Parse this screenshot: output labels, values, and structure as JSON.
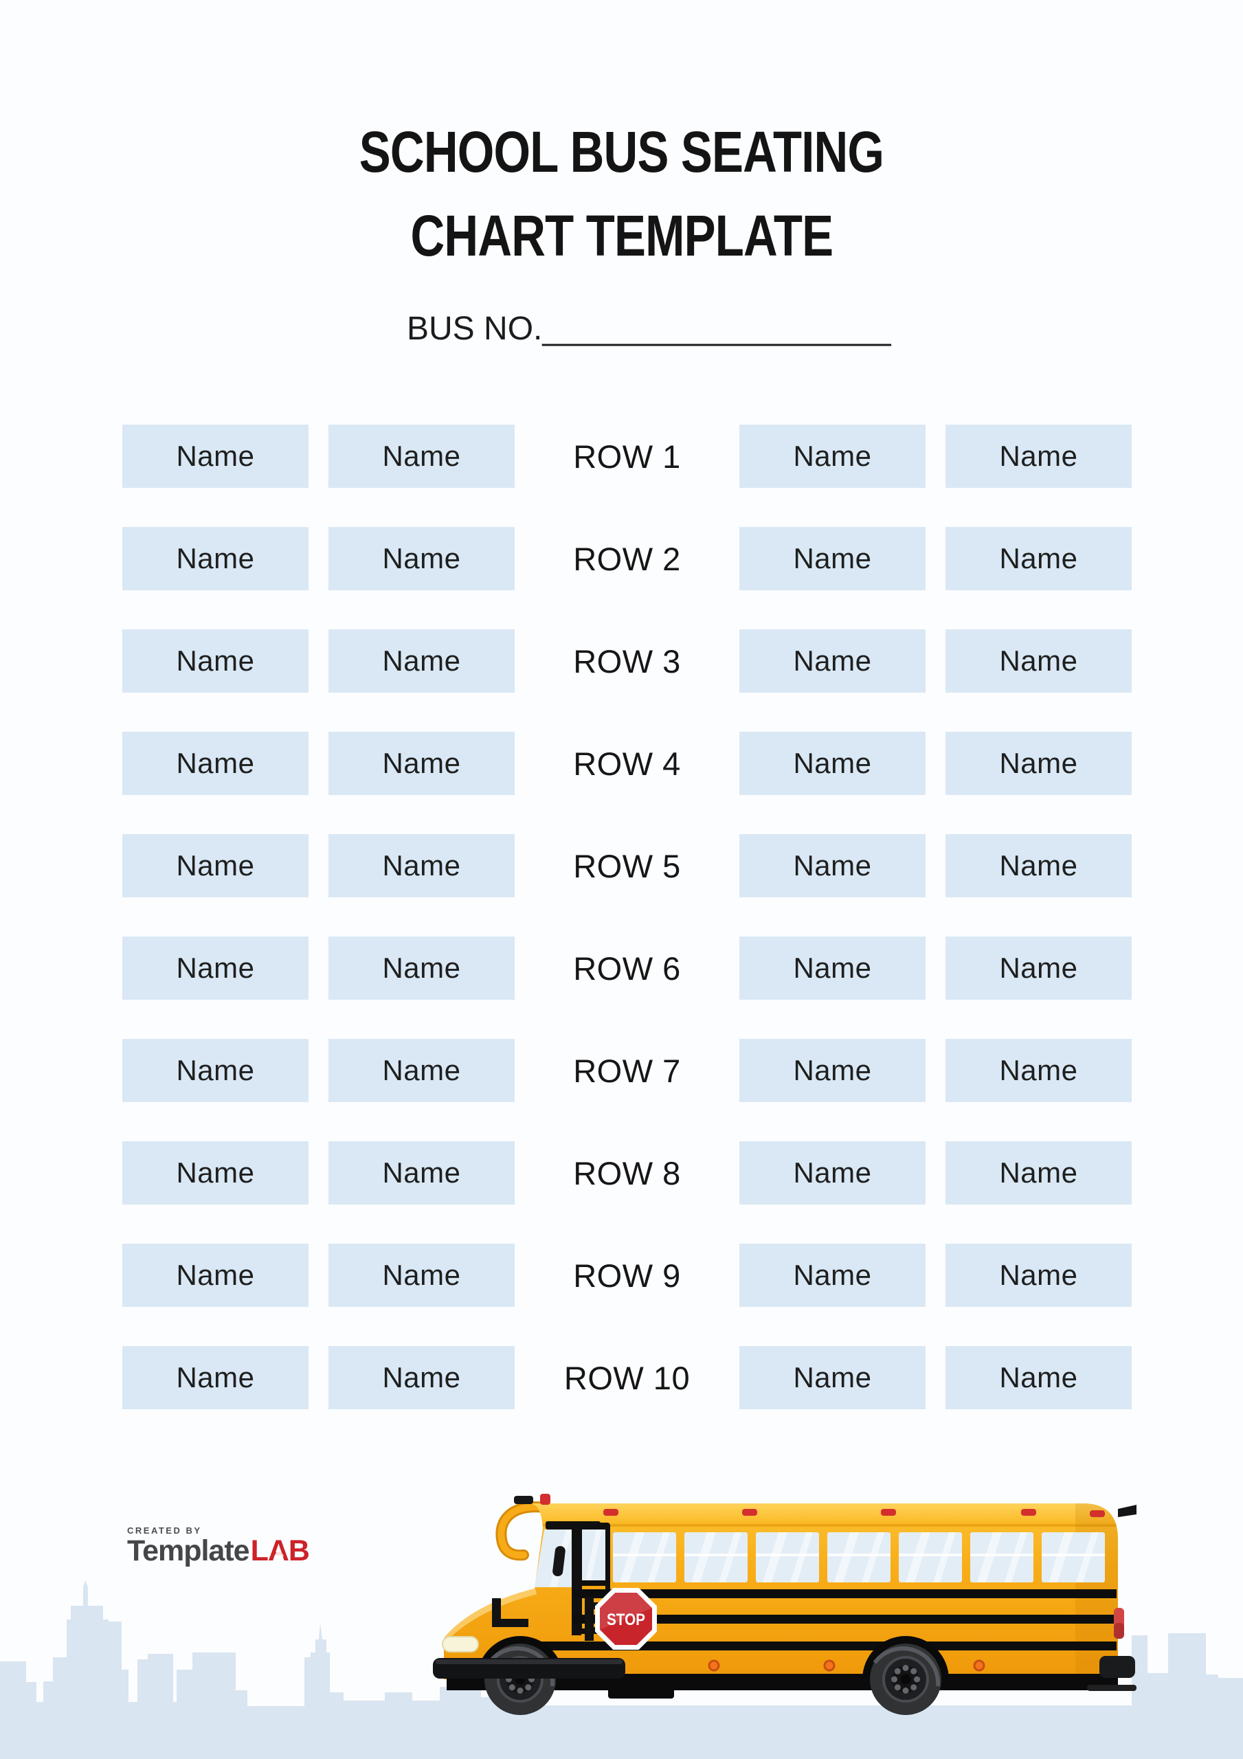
{
  "title": {
    "line1": "SCHOOL BUS SEATING",
    "line2": "CHART TEMPLATE"
  },
  "bus_no": {
    "label": "BUS NO.",
    "blank": "___________________"
  },
  "seating": {
    "rows": [
      {
        "label": "ROW 1",
        "seats": [
          "Name",
          "Name",
          "Name",
          "Name"
        ]
      },
      {
        "label": "ROW 2",
        "seats": [
          "Name",
          "Name",
          "Name",
          "Name"
        ]
      },
      {
        "label": "ROW 3",
        "seats": [
          "Name",
          "Name",
          "Name",
          "Name"
        ]
      },
      {
        "label": "ROW 4",
        "seats": [
          "Name",
          "Name",
          "Name",
          "Name"
        ]
      },
      {
        "label": "ROW 5",
        "seats": [
          "Name",
          "Name",
          "Name",
          "Name"
        ]
      },
      {
        "label": "ROW 6",
        "seats": [
          "Name",
          "Name",
          "Name",
          "Name"
        ]
      },
      {
        "label": "ROW 7",
        "seats": [
          "Name",
          "Name",
          "Name",
          "Name"
        ]
      },
      {
        "label": "ROW 8",
        "seats": [
          "Name",
          "Name",
          "Name",
          "Name"
        ]
      },
      {
        "label": "ROW 9",
        "seats": [
          "Name",
          "Name",
          "Name",
          "Name"
        ]
      },
      {
        "label": "ROW 10",
        "seats": [
          "Name",
          "Name",
          "Name",
          "Name"
        ]
      }
    ]
  },
  "footer": {
    "created_by": "CREATED BY",
    "brand_part1": "Template",
    "brand_part2": "LAB",
    "stop_sign": "STOP"
  },
  "colors": {
    "page_background": "#fcfdff",
    "seat_fill": "#d9e8f4",
    "skyline_blue": "#d9e5f1",
    "bus_yellow": "#f6a815",
    "stop_red": "#c8242c",
    "brand_red": "#cc2229",
    "text_dark": "#141414"
  }
}
